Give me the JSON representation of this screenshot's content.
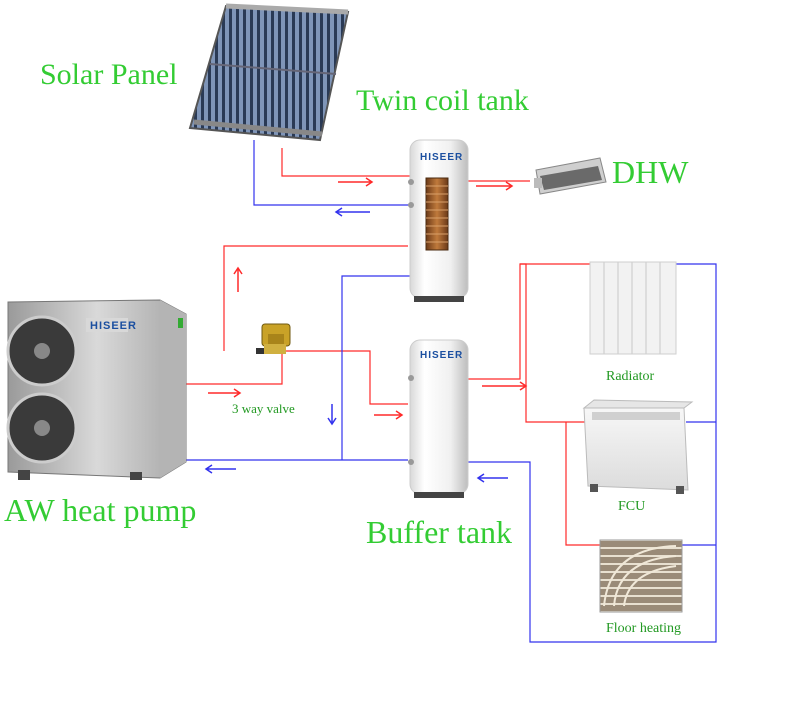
{
  "labels": {
    "solar_panel": "Solar Panel",
    "twin_coil_tank": "Twin coil tank",
    "dhw": "DHW",
    "aw_heat_pump": "AW heat pump",
    "buffer_tank": "Buffer tank",
    "three_way_valve": "3 way valve",
    "radiator": "Radiator",
    "fcu": "FCU",
    "floor_heating": "Floor heating"
  },
  "brand": {
    "name": "HISEER"
  },
  "colors": {
    "label_green": "#33cc33",
    "supply_red": "#ff2a2a",
    "return_blue": "#3333ee",
    "tank_white": "#f4f4f4"
  }
}
